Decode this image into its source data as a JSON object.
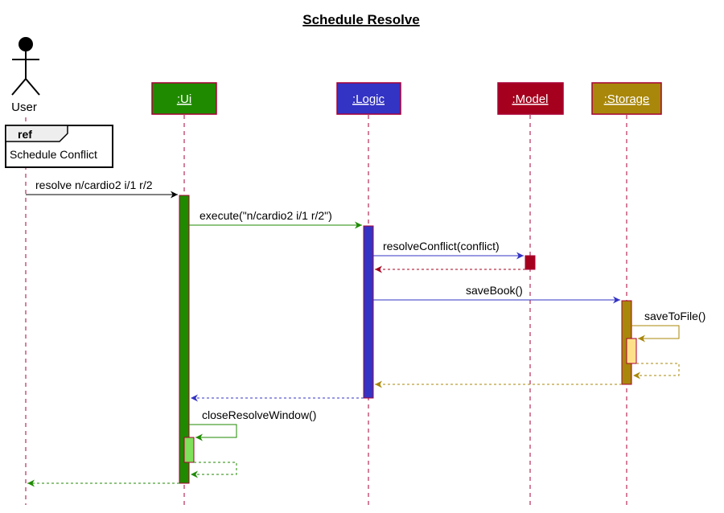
{
  "title": "Schedule Resolve",
  "actor": {
    "label": "User"
  },
  "participants": [
    {
      "id": "ui",
      "label": ":Ui",
      "color": "#1f8a00"
    },
    {
      "id": "logic",
      "label": ":Logic",
      "color": "#3333c4"
    },
    {
      "id": "model",
      "label": ":Model",
      "color": "#a5001d"
    },
    {
      "id": "storage",
      "label": ":Storage",
      "color": "#a8870a"
    }
  ],
  "ref": {
    "tag": "ref",
    "label": "Schedule Conflict"
  },
  "messages": [
    {
      "label": "resolve n/cardio2 i/1 r/2"
    },
    {
      "label": "execute(\"n/cardio2 i/1 r/2\")"
    },
    {
      "label": "resolveConflict(conflict)"
    },
    {
      "label": "saveBook()"
    },
    {
      "label": "saveToFile()"
    },
    {
      "label": "closeResolveWindow()"
    }
  ],
  "colors": {
    "ui": "#1f8a00",
    "ui_light": "#7fe05a",
    "logic": "#3333c4",
    "model": "#a5001d",
    "storage": "#a8870a",
    "storage_light": "#ffe08a",
    "lifeline": "#a80036",
    "actor_arrow": "#000000"
  }
}
